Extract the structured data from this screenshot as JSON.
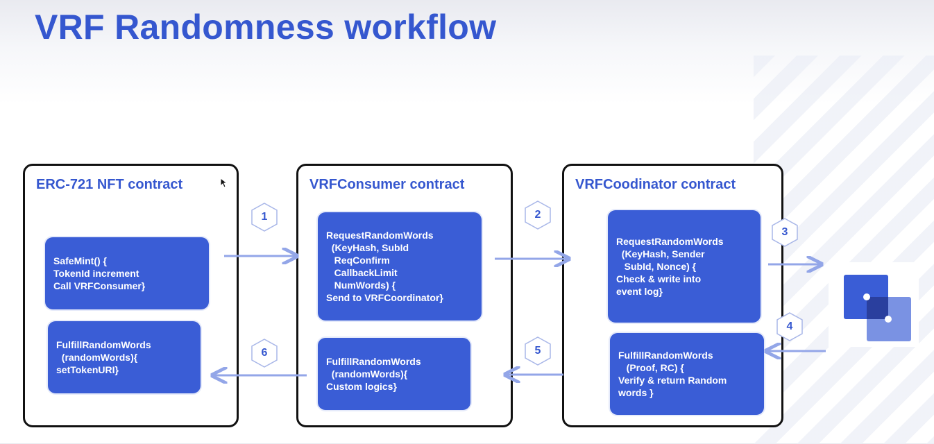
{
  "title": "VRF Randomness workflow",
  "colors": {
    "accent": "#3557cf",
    "box_fill": "#3a5dd6",
    "arrow": "#93a6e8"
  },
  "panels": [
    {
      "title": "ERC-721 NFT contract",
      "boxes": [
        "SafeMint() {\nTokenId increment\nCall VRFConsumer}",
        "FulfillRandomWords\n  (randomWords){\nsetTokenURI}"
      ]
    },
    {
      "title": "VRFConsumer contract",
      "boxes": [
        "RequestRandomWords\n  (KeyHash, SubId\n   ReqConfirm\n   CallbackLimit\n   NumWords) {\nSend to VRFCoordinator}",
        "FulfillRandomWords\n  (randomWords){\nCustom logics}"
      ]
    },
    {
      "title": "VRFCoodinator contract",
      "boxes": [
        "RequestRandomWords\n  (KeyHash, Sender\n   SubId, Nonce) {\nCheck & write into\nevent log}",
        "FulfillRandomWords\n   (Proof, RC) {\nVerify & return Random\nwords }"
      ]
    }
  ],
  "steps": [
    "1",
    "2",
    "3",
    "4",
    "5",
    "6"
  ],
  "icons": {
    "cursor": "mouse-pointer-icon",
    "logo": "chainlink-squares-icon"
  }
}
